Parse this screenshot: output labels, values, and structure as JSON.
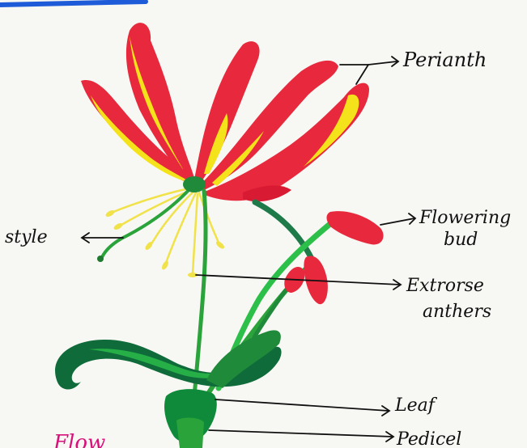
{
  "labels": {
    "perianth": "Perianth",
    "flowering_bud_line1": "Flowering",
    "flowering_bud_line2": "bud",
    "style": "style",
    "extrorse_line1": "Extrorse",
    "extrorse_line2": "anthers",
    "leaf": "Leaf",
    "pedicel": "Pedicel",
    "caption_partial": "Flow"
  },
  "colors": {
    "petal_red": "#e8283c",
    "petal_yellow": "#f4e21a",
    "stem_green": "#2aa33a",
    "leaf_dark": "#0f6b3a",
    "leaf_light": "#2cc04a",
    "anther_yellow": "#f1e24a",
    "pen_black": "#111111",
    "caption_pink": "#d8107a",
    "top_blue": "#1e5bd8"
  }
}
